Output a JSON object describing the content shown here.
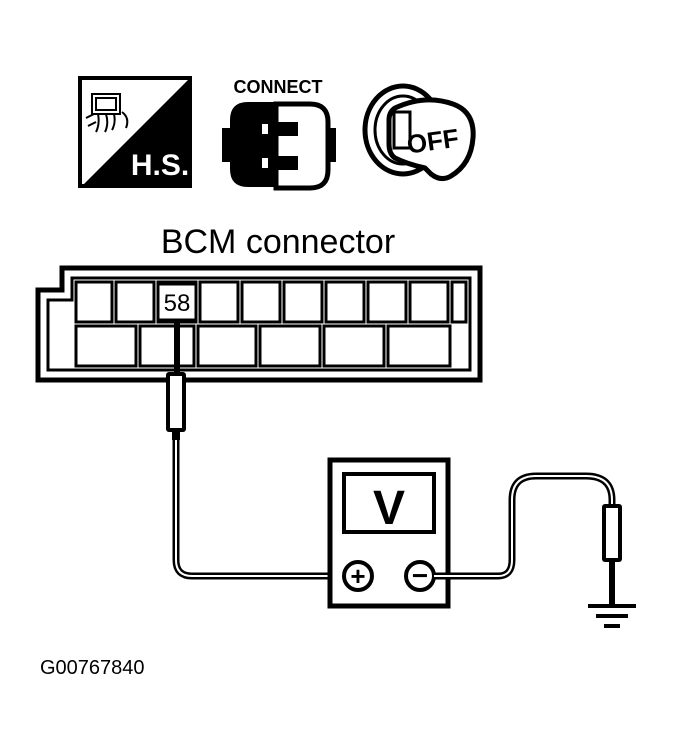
{
  "icons": {
    "harness": {
      "label": "H.S."
    },
    "connect": {
      "label": "CONNECT"
    },
    "ignition": {
      "label": "OFF"
    }
  },
  "connector": {
    "title": "BCM connector",
    "terminal": "58"
  },
  "meter": {
    "mode": "V",
    "positive": "+",
    "negative": "−"
  },
  "figure_id": "G00767840"
}
